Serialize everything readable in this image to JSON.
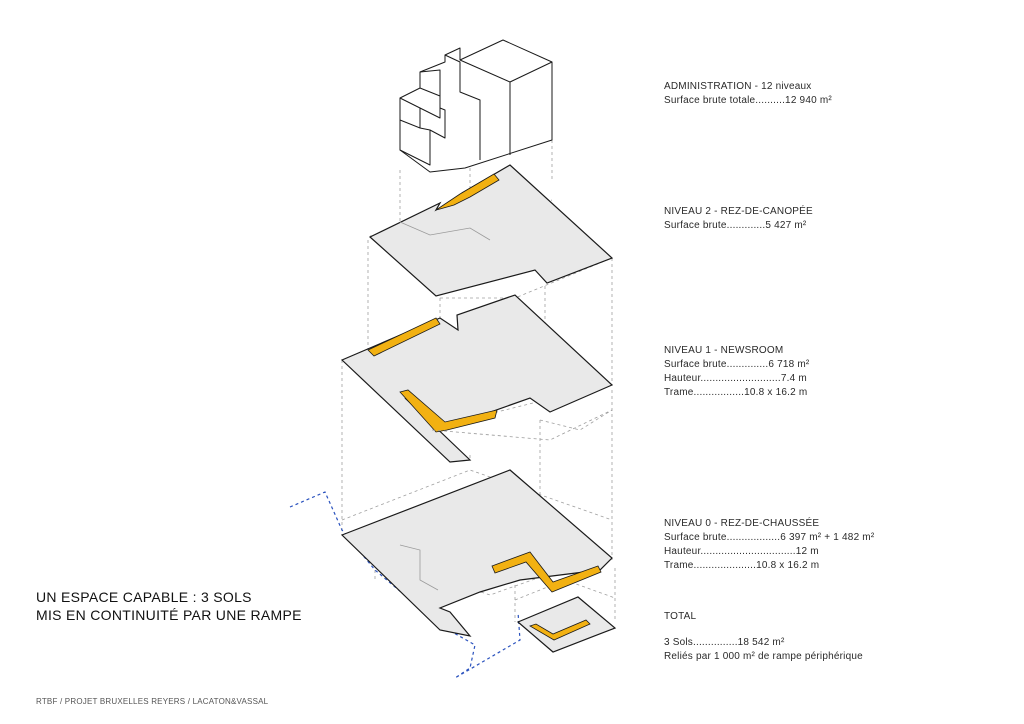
{
  "blocks": {
    "admin": {
      "title": "ADMINISTRATION - 12 niveaux",
      "lines": [
        "Surface brute totale..........12 940 m²"
      ]
    },
    "n2": {
      "title": "NIVEAU 2 - REZ-DE-CANOPÉE",
      "lines": [
        "Surface brute.............5 427 m²"
      ]
    },
    "n1": {
      "title": "NIVEAU 1 - NEWSROOM",
      "lines": [
        "Surface brute..............6 718 m²",
        "Hauteur...........................7.4 m",
        "Trame.................10.8 x 16.2 m"
      ]
    },
    "n0": {
      "title": "NIVEAU 0 - REZ-DE-CHAUSSÉE",
      "lines": [
        "Surface brute..................6 397 m²  + 1 482 m²",
        "Hauteur................................12 m",
        "Trame.....................10.8 x 16.2 m"
      ]
    },
    "total": {
      "title": "TOTAL",
      "lines": [
        "3 Sols...............18 542 m²",
        "Reliés par 1 000 m² de rampe périphérique"
      ]
    }
  },
  "headline": {
    "line1": "UN ESPACE CAPABLE : 3 SOLS",
    "line2": "MIS EN CONTINUITÉ PAR UNE RAMPE"
  },
  "footer": "RTBF / PROJET BRUXELLES REYERS / LACATON&VASSAL",
  "colors": {
    "slab_fill": "#e9e9e9",
    "slab_stroke": "#1a1a1a",
    "ramp": "#f2b112",
    "dashed": "#9a9a9a",
    "site_boundary": "#2a52be"
  }
}
